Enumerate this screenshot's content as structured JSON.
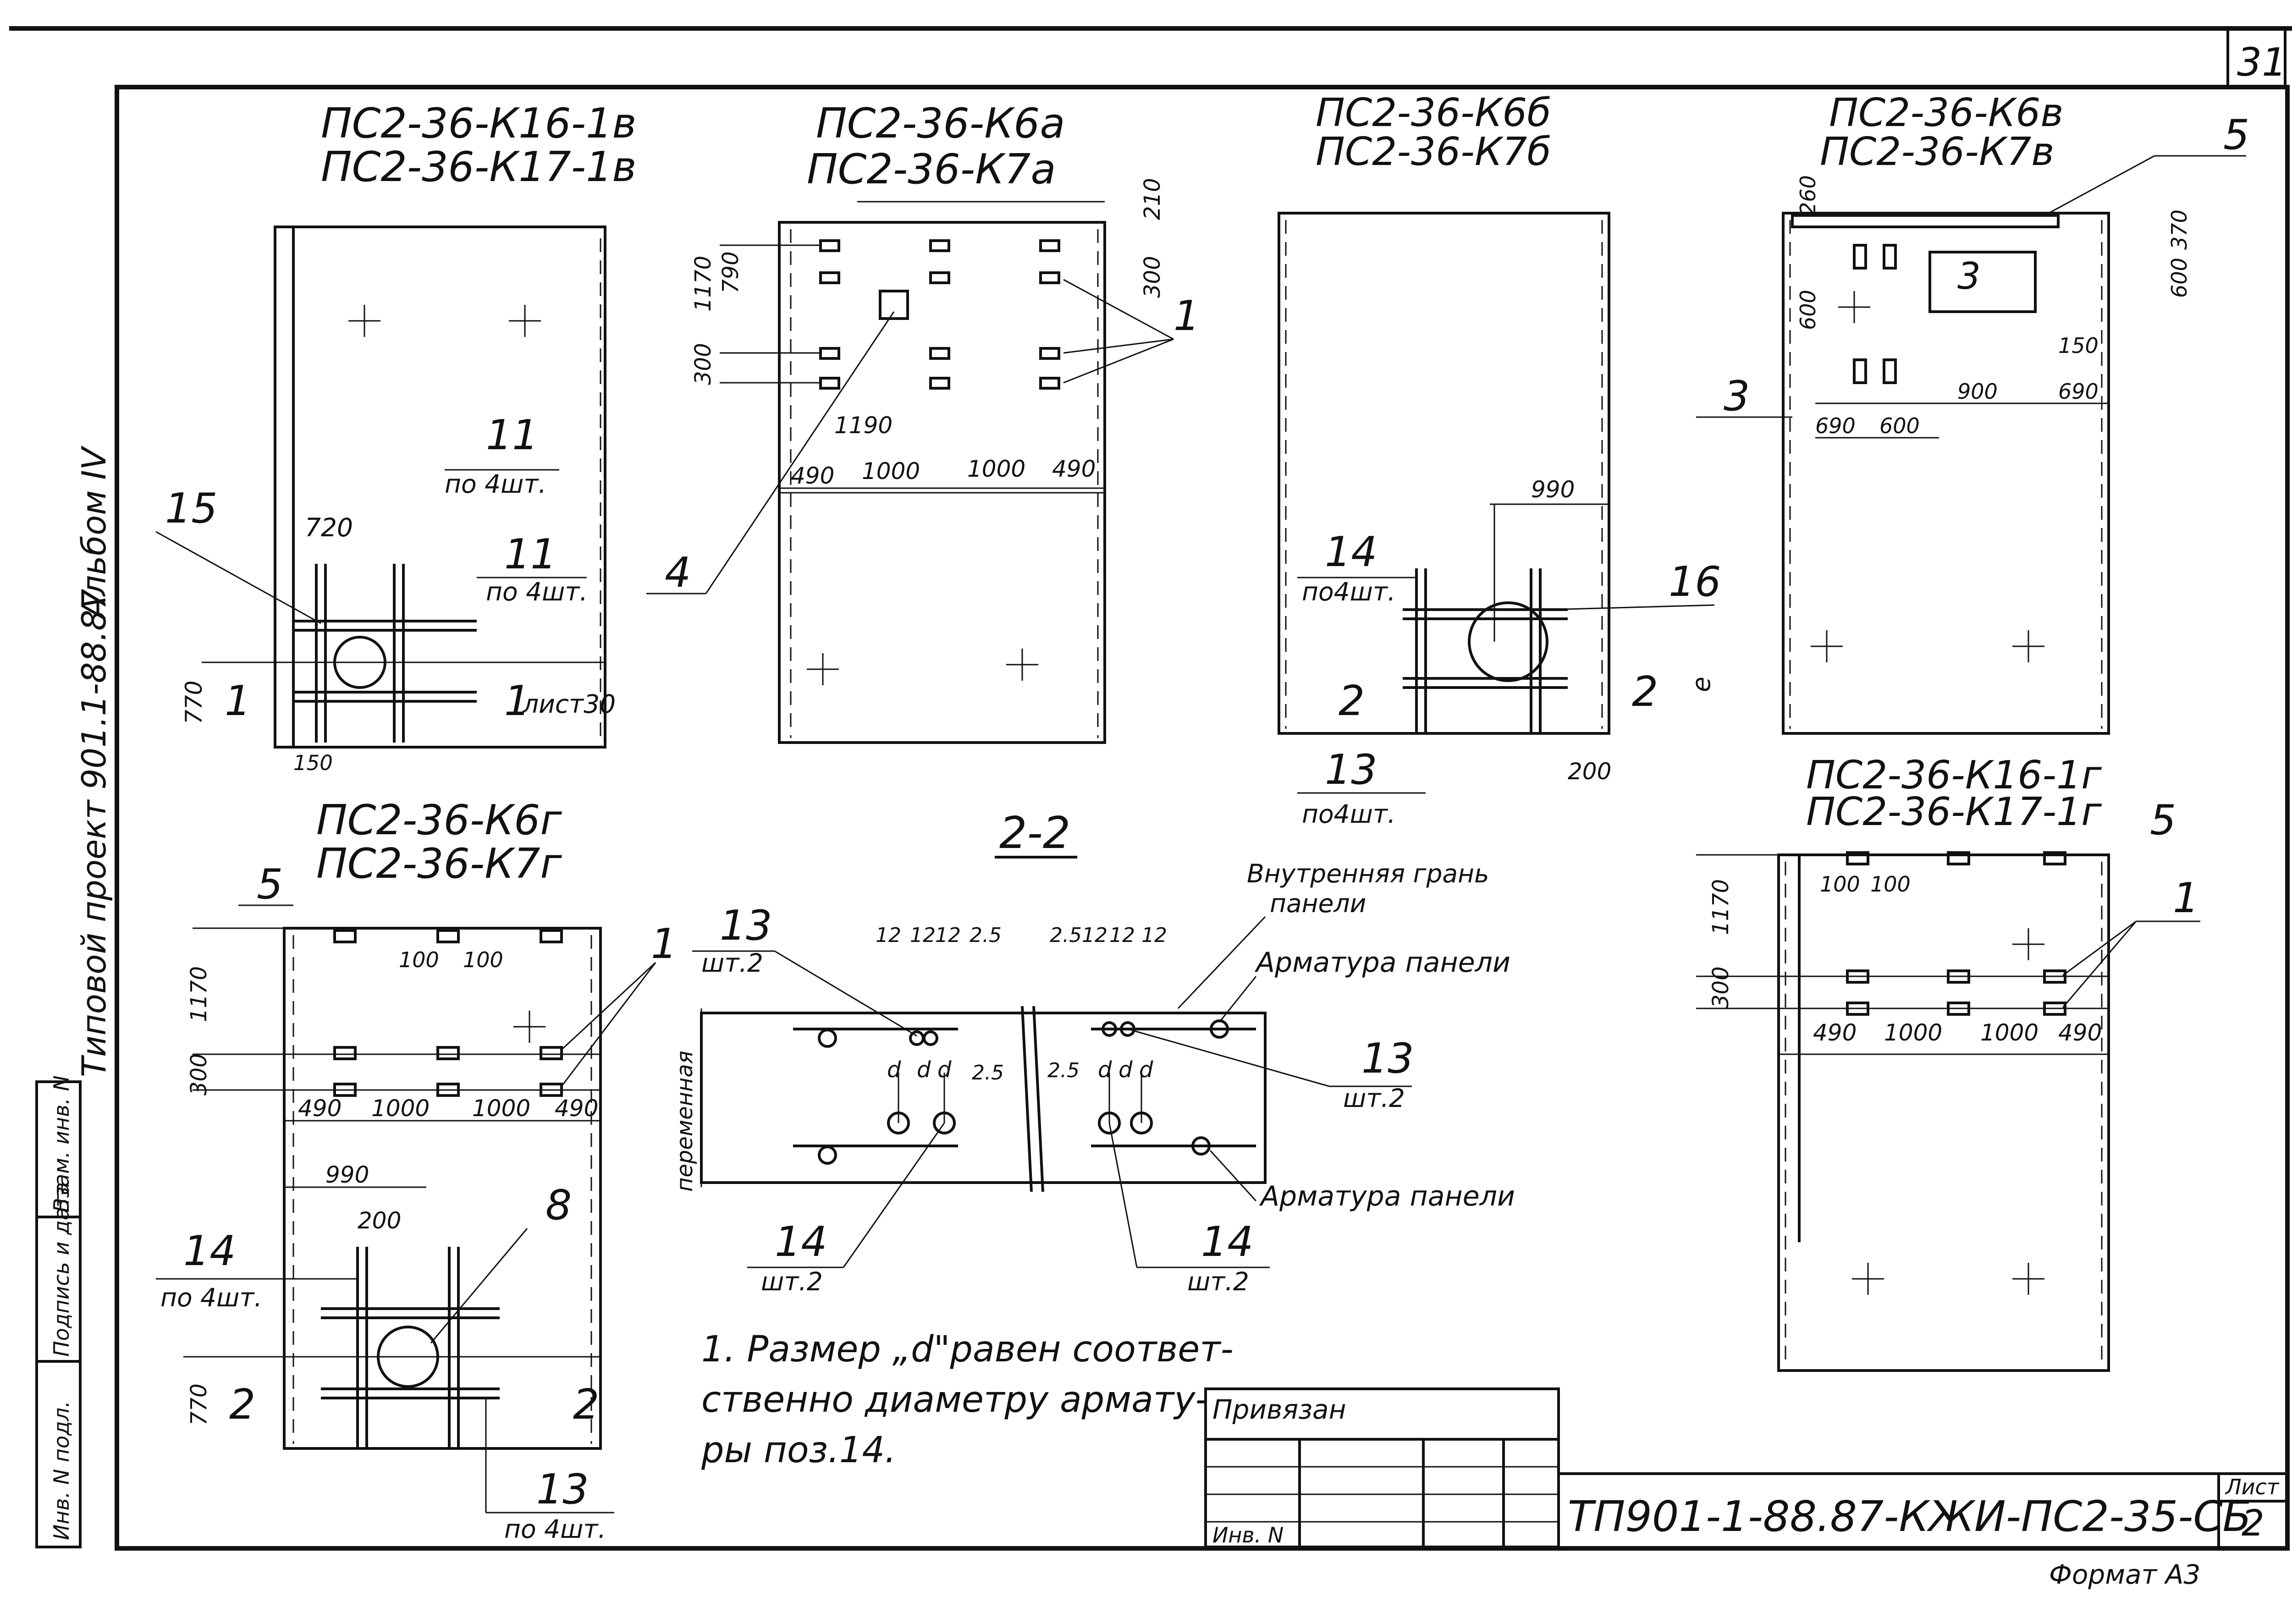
{
  "page": {
    "sheet_number": "31",
    "album_label": "Альбом IV",
    "project_label": "Типовой проект 901.1-88.87"
  },
  "panels": {
    "k16": {
      "title1": "ПС2-36-К16-1в",
      "title2": "ПС2-36-К17-1в",
      "dims": [
        "720",
        "770",
        "150"
      ],
      "callouts": [
        "15",
        "11",
        "по 4шт.",
        "11",
        "по 4шт.",
        "1",
        "1",
        "лист30"
      ]
    },
    "k6a": {
      "title1": "ПС2-36-К6а",
      "title2": "ПС2-36-К7а",
      "dims": [
        "210",
        "1170",
        "790",
        "300",
        "300",
        "1190",
        "490",
        "1000",
        "1000",
        "490"
      ],
      "callouts": [
        "1",
        "4"
      ]
    },
    "k6b": {
      "title1": "ПС2-36-К6б",
      "title2": "ПС2-36-К7б",
      "dims": [
        "990",
        "200"
      ],
      "callouts": [
        "14",
        "по4шт.",
        "16",
        "2",
        "2",
        "13",
        "по4шт.",
        "е"
      ]
    },
    "k6v": {
      "title1": "ПС2-36-К6в",
      "title2": "ПС2-36-К7в",
      "dims": [
        "260",
        "370",
        "600",
        "600",
        "150",
        "900",
        "690",
        "690",
        "600"
      ],
      "callouts": [
        "5",
        "3",
        "3"
      ]
    },
    "k6g": {
      "title1": "ПС2-36-К6г",
      "title2": "ПС2-36-К7г",
      "dims": [
        "100",
        "100",
        "1170",
        "300",
        "490",
        "1000",
        "1000",
        "490",
        "990",
        "200",
        "770"
      ],
      "callouts": [
        "5",
        "1",
        "8",
        "14",
        "по 4шт.",
        "2",
        "2",
        "13",
        "по 4шт."
      ]
    },
    "k16g": {
      "title1": "ПС2-36-К16-1г",
      "title2": "ПС2-36-К17-1г",
      "dims": [
        "100",
        "100",
        "1170",
        "300",
        "490",
        "1000",
        "1000",
        "490"
      ],
      "callouts": [
        "5",
        "1"
      ]
    }
  },
  "section": {
    "title": "2-2",
    "dims_top_left": [
      "12",
      "12",
      "12",
      "2.5"
    ],
    "dims_top_right": [
      "2.5",
      "12",
      "12",
      "12"
    ],
    "dims_mid_left": [
      "d",
      "d",
      "d",
      "2.5"
    ],
    "dims_mid_right": [
      "2.5",
      "d",
      "d",
      "d"
    ],
    "side_label": "переменная",
    "labels": [
      "Внутренняя грань",
      "панели",
      "Арматура панели",
      "Арматура панели"
    ],
    "callouts": [
      "13",
      "шт.2",
      "13",
      "шт.2",
      "14",
      "шт.2",
      "14",
      "шт.2"
    ]
  },
  "note": {
    "lines": [
      "1. Размер „d\"равен соответ-",
      "ственно диаметру армату-",
      "ры поз.14."
    ]
  },
  "title_block": {
    "privyazan": "Привязан",
    "inv_no": "Инв. N",
    "designation": "ТП901-1-88.87-КЖИ-ПС2-35-СБ",
    "sheet_label": "Лист",
    "sheet_no": "2",
    "format": "Формат А3"
  },
  "side_stamp": [
    "Инв. N подл.",
    "Подпись и дата",
    "Взам. инв. N"
  ]
}
